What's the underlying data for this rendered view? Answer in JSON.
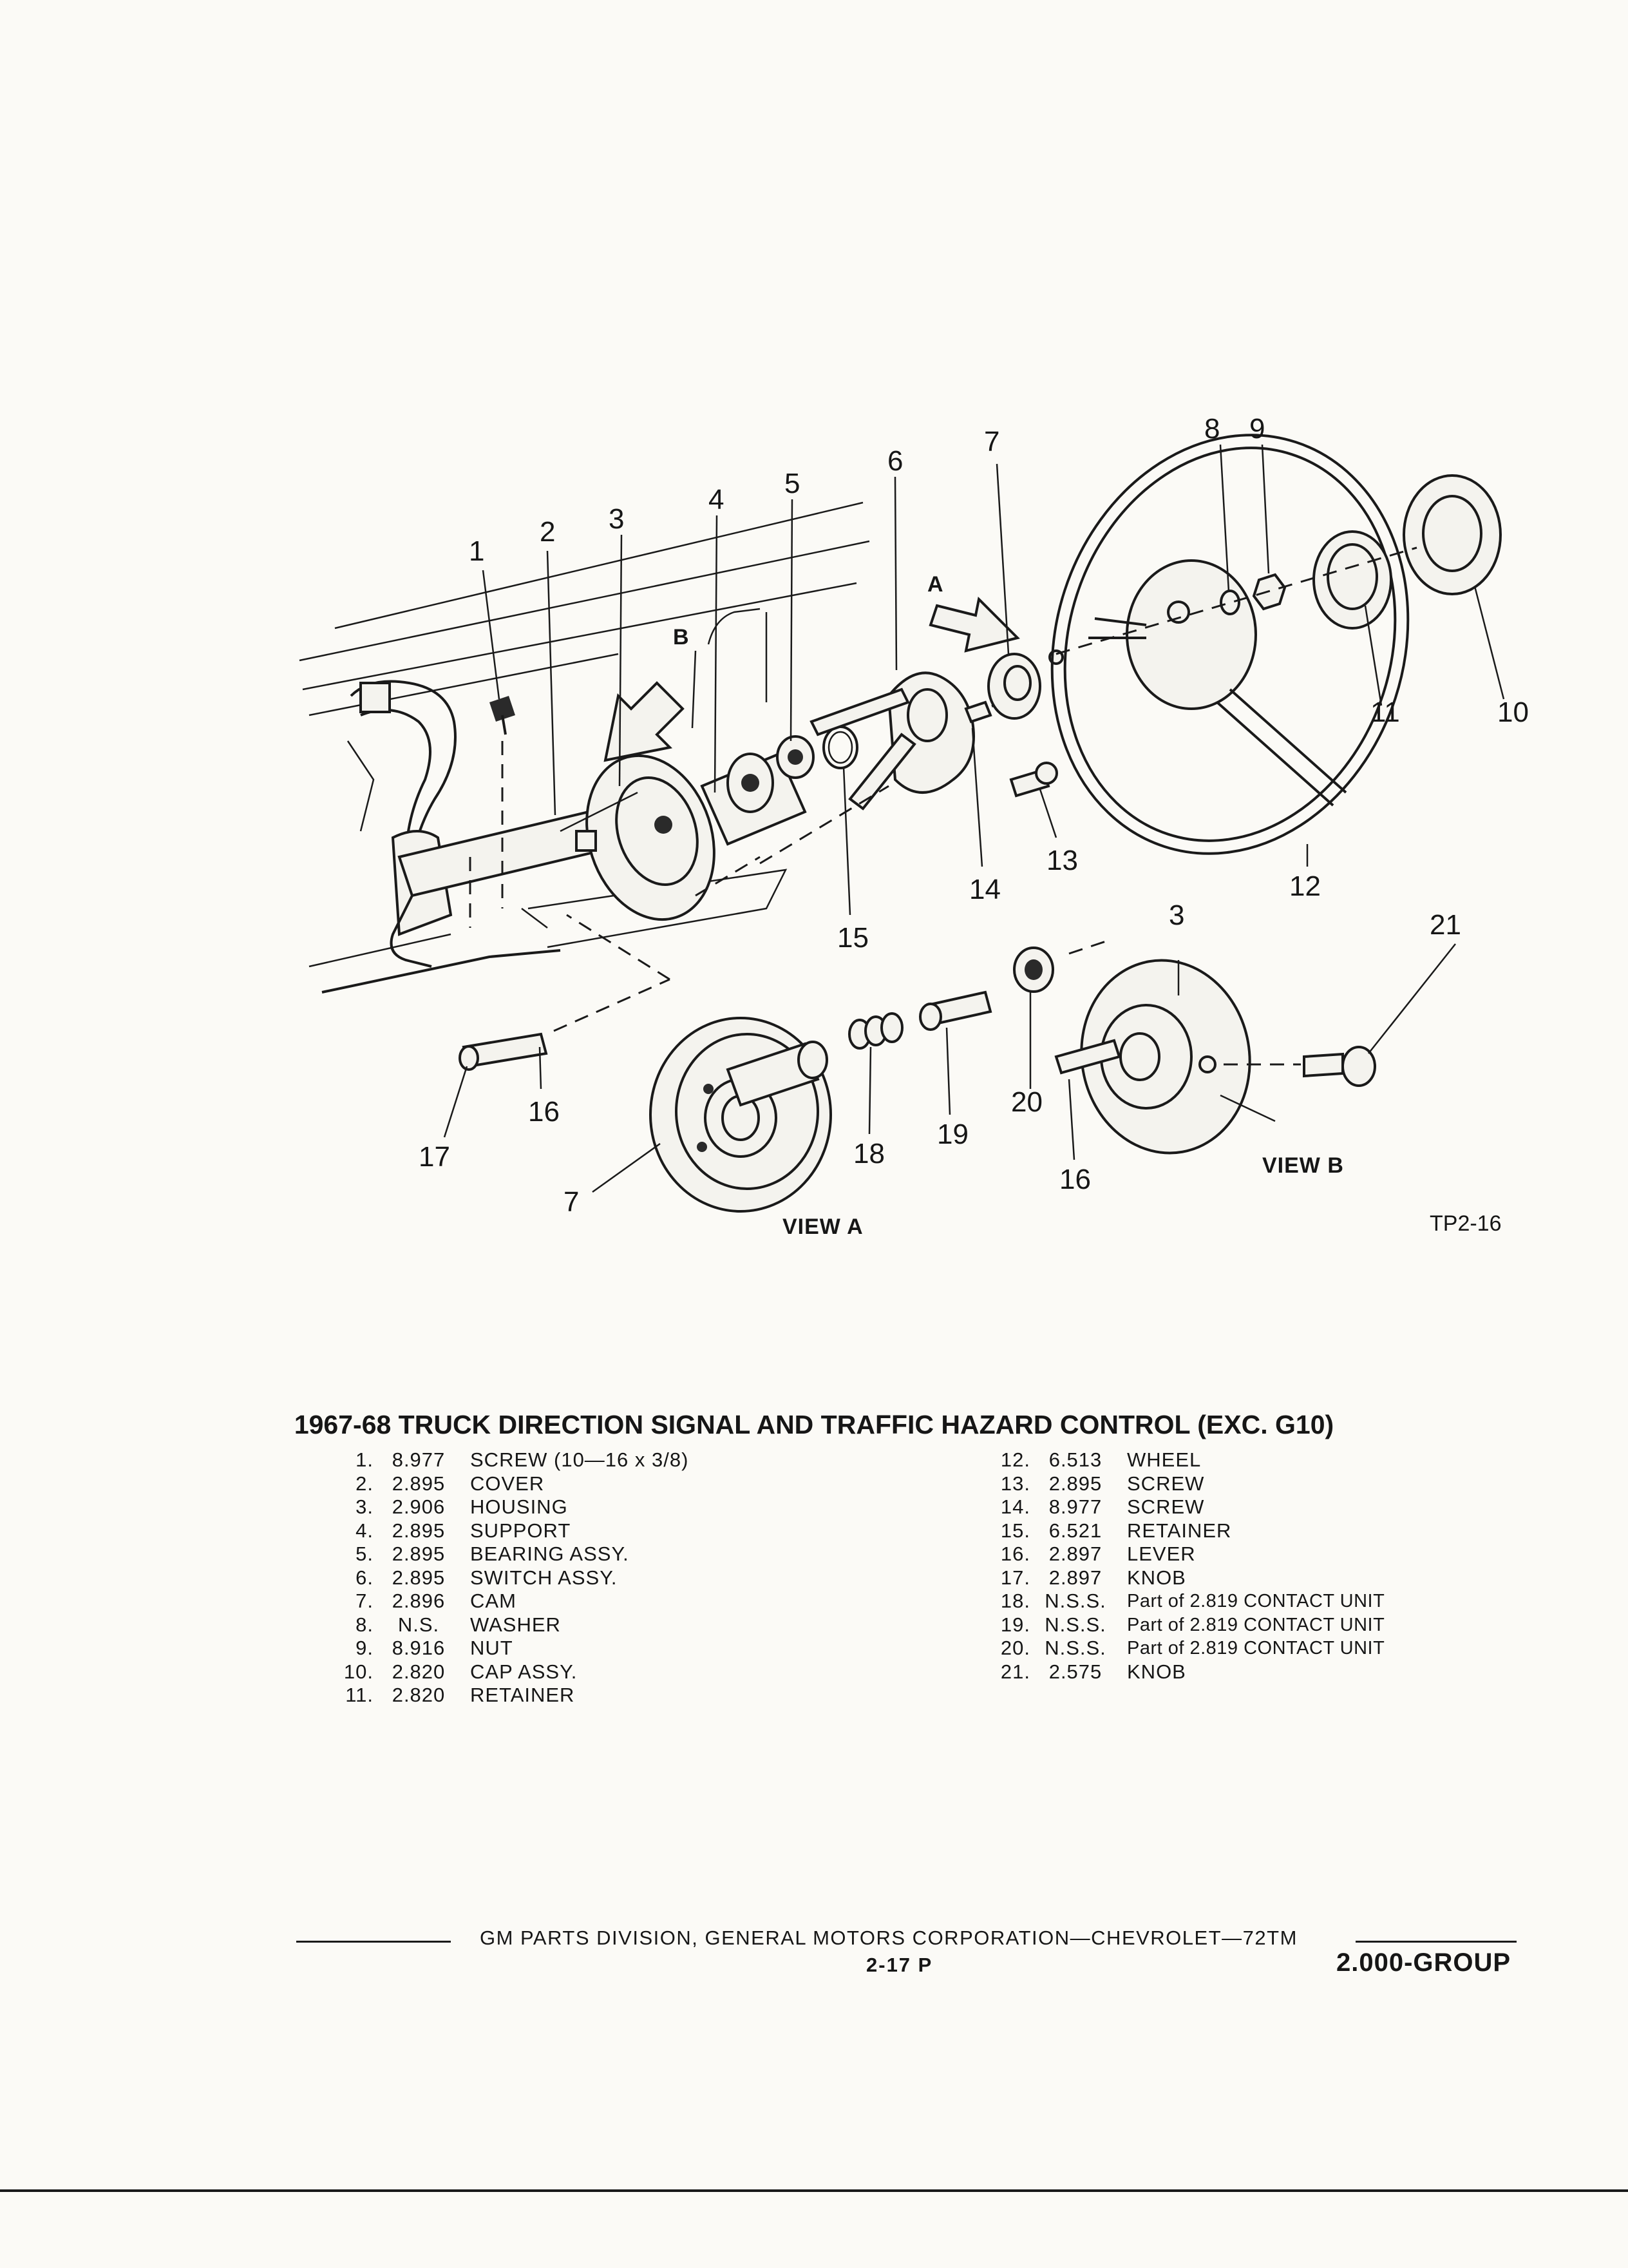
{
  "diagram": {
    "callouts": [
      "1",
      "2",
      "3",
      "4",
      "5",
      "6",
      "7",
      "8",
      "9",
      "10",
      "11",
      "12",
      "13",
      "14",
      "15",
      "16",
      "17",
      "18",
      "19",
      "20",
      "21"
    ],
    "view_labels": {
      "view_a": "VIEW A",
      "view_b": "VIEW B"
    },
    "arrow_labels": {
      "a": "A",
      "b": "B"
    },
    "figure_ref": "TP2-16"
  },
  "title": "1967-68 TRUCK DIRECTION SIGNAL AND TRAFFIC HAZARD CONTROL (EXC. G10)",
  "parts_left": [
    {
      "num": "1.",
      "code": "8.977",
      "desc": "SCREW (10—16 x 3/8)"
    },
    {
      "num": "2.",
      "code": "2.895",
      "desc": "COVER"
    },
    {
      "num": "3.",
      "code": "2.906",
      "desc": "HOUSING"
    },
    {
      "num": "4.",
      "code": "2.895",
      "desc": "SUPPORT"
    },
    {
      "num": "5.",
      "code": "2.895",
      "desc": "BEARING ASSY."
    },
    {
      "num": "6.",
      "code": "2.895",
      "desc": "SWITCH ASSY."
    },
    {
      "num": "7.",
      "code": "2.896",
      "desc": "CAM"
    },
    {
      "num": "8.",
      "code": "N.S.",
      "desc": "WASHER"
    },
    {
      "num": "9.",
      "code": "8.916",
      "desc": "NUT"
    },
    {
      "num": "10.",
      "code": "2.820",
      "desc": "CAP ASSY."
    },
    {
      "num": "11.",
      "code": "2.820",
      "desc": "RETAINER"
    }
  ],
  "parts_right": [
    {
      "num": "12.",
      "code": "6.513",
      "desc": "WHEEL"
    },
    {
      "num": "13.",
      "code": "2.895",
      "desc": "SCREW"
    },
    {
      "num": "14.",
      "code": "8.977",
      "desc": "SCREW"
    },
    {
      "num": "15.",
      "code": "6.521",
      "desc": "RETAINER"
    },
    {
      "num": "16.",
      "code": "2.897",
      "desc": "LEVER"
    },
    {
      "num": "17.",
      "code": "2.897",
      "desc": "KNOB"
    },
    {
      "num": "18.",
      "code": "N.S.S.",
      "desc": "Part of 2.819 CONTACT UNIT"
    },
    {
      "num": "19.",
      "code": "N.S.S.",
      "desc": "Part of 2.819 CONTACT UNIT"
    },
    {
      "num": "20.",
      "code": "N.S.S.",
      "desc": "Part of 2.819 CONTACT UNIT"
    },
    {
      "num": "21.",
      "code": "2.575",
      "desc": "KNOB"
    }
  ],
  "footer": {
    "division": "GM PARTS DIVISION, GENERAL MOTORS CORPORATION—CHEVROLET—72TM",
    "page": "2-17 P",
    "group": "2.000-GROUP"
  }
}
